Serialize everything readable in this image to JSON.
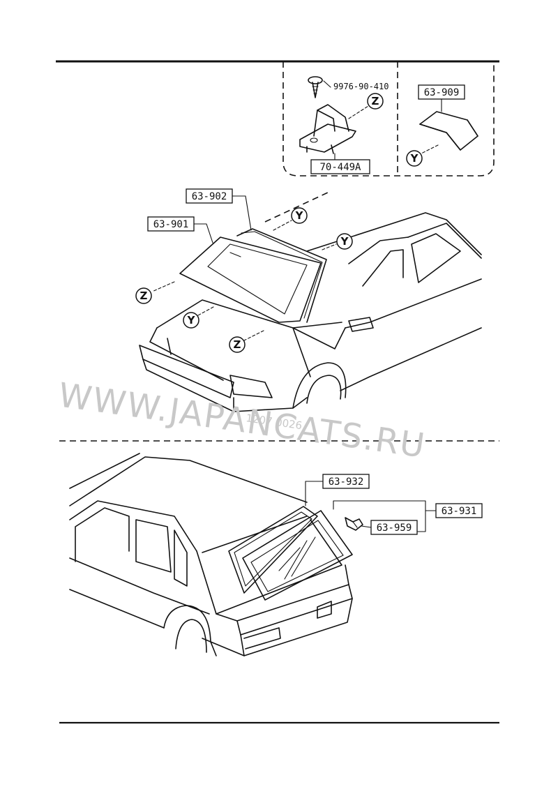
{
  "parts": {
    "p1": "63-902",
    "p2": "63-901",
    "p3": "63-909",
    "p4": "70-449A",
    "p5": "9976-90-410",
    "p6": "63-932",
    "p7": "63-931",
    "p8": "63-959"
  },
  "callouts": {
    "y": "Y",
    "z": "Z"
  },
  "watermark": {
    "text": "WWW.JAPANCATS.RU",
    "code": "1207 0026"
  }
}
